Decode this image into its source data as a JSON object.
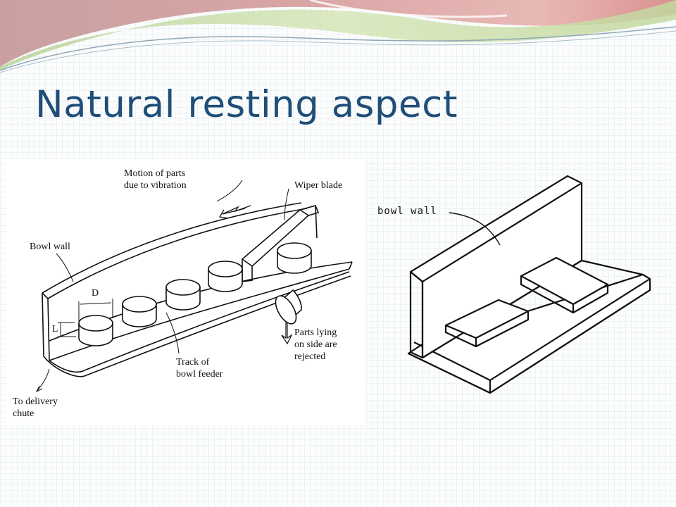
{
  "slide": {
    "title": "Natural resting aspect"
  },
  "left_figure": {
    "labels": {
      "motion_line1": "Motion of parts",
      "motion_line2": "due to vibration",
      "wiper": "Wiper blade",
      "bowl_wall": "Bowl wall",
      "d": "D",
      "l": "L",
      "track_line1": "Track of",
      "track_line2": "bowl feeder",
      "delivery_line1": "To delivery",
      "delivery_line2": "chute",
      "parts_line1": "Parts lying",
      "parts_line2": "on side are",
      "parts_line3": "rejected"
    }
  },
  "right_figure": {
    "labels": {
      "bowl_wall": "bowl wall"
    }
  },
  "colors": {
    "title": "#1f4e79",
    "wave_red": "#d98c8c",
    "wave_green": "#c9dca3",
    "line": "#111111"
  }
}
